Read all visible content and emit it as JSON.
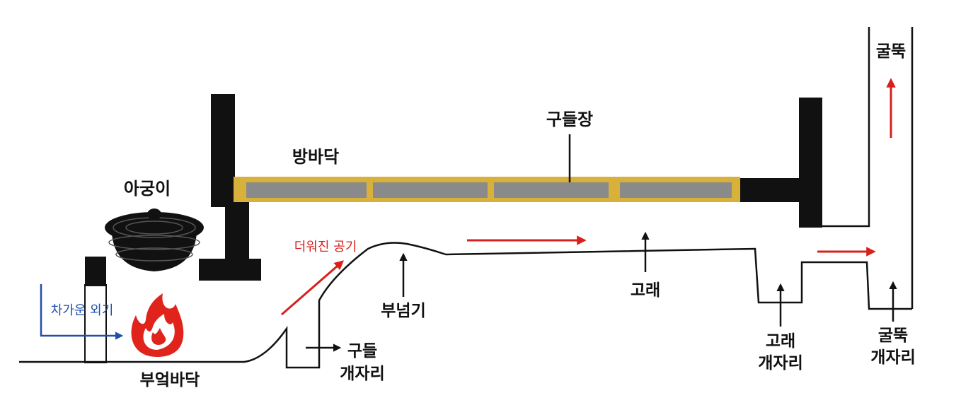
{
  "labels": {
    "flue": "구들장",
    "room_floor": "방바닥",
    "firebox": "아궁이",
    "hot_air": "더워진 공기",
    "cold_air": "차가운 외기",
    "boonumgi": "부넘기",
    "gorae": "고래",
    "gorae_gaejari_1": "고래",
    "gorae_gaejari_2": "개자리",
    "gudeul_gaejari_1": "구들",
    "gudeul_gaejari_2": "개자리",
    "chimney": "굴뚝",
    "chimney_gaejari_1": "굴뚝",
    "chimney_gaejari_2": "개자리",
    "furnace_floor": "부엌바닥"
  },
  "colors": {
    "wall": "#111111",
    "floor_frame": "#d8b13a",
    "stone": "#8a8a8a",
    "hot_arrow": "#d8201c",
    "cold_arrow": "#1f4fa8",
    "flame_outer": "#e0241c",
    "line": "#111111"
  },
  "icons": {
    "fire": "fire-icon",
    "pot": "cauldron-icon"
  }
}
